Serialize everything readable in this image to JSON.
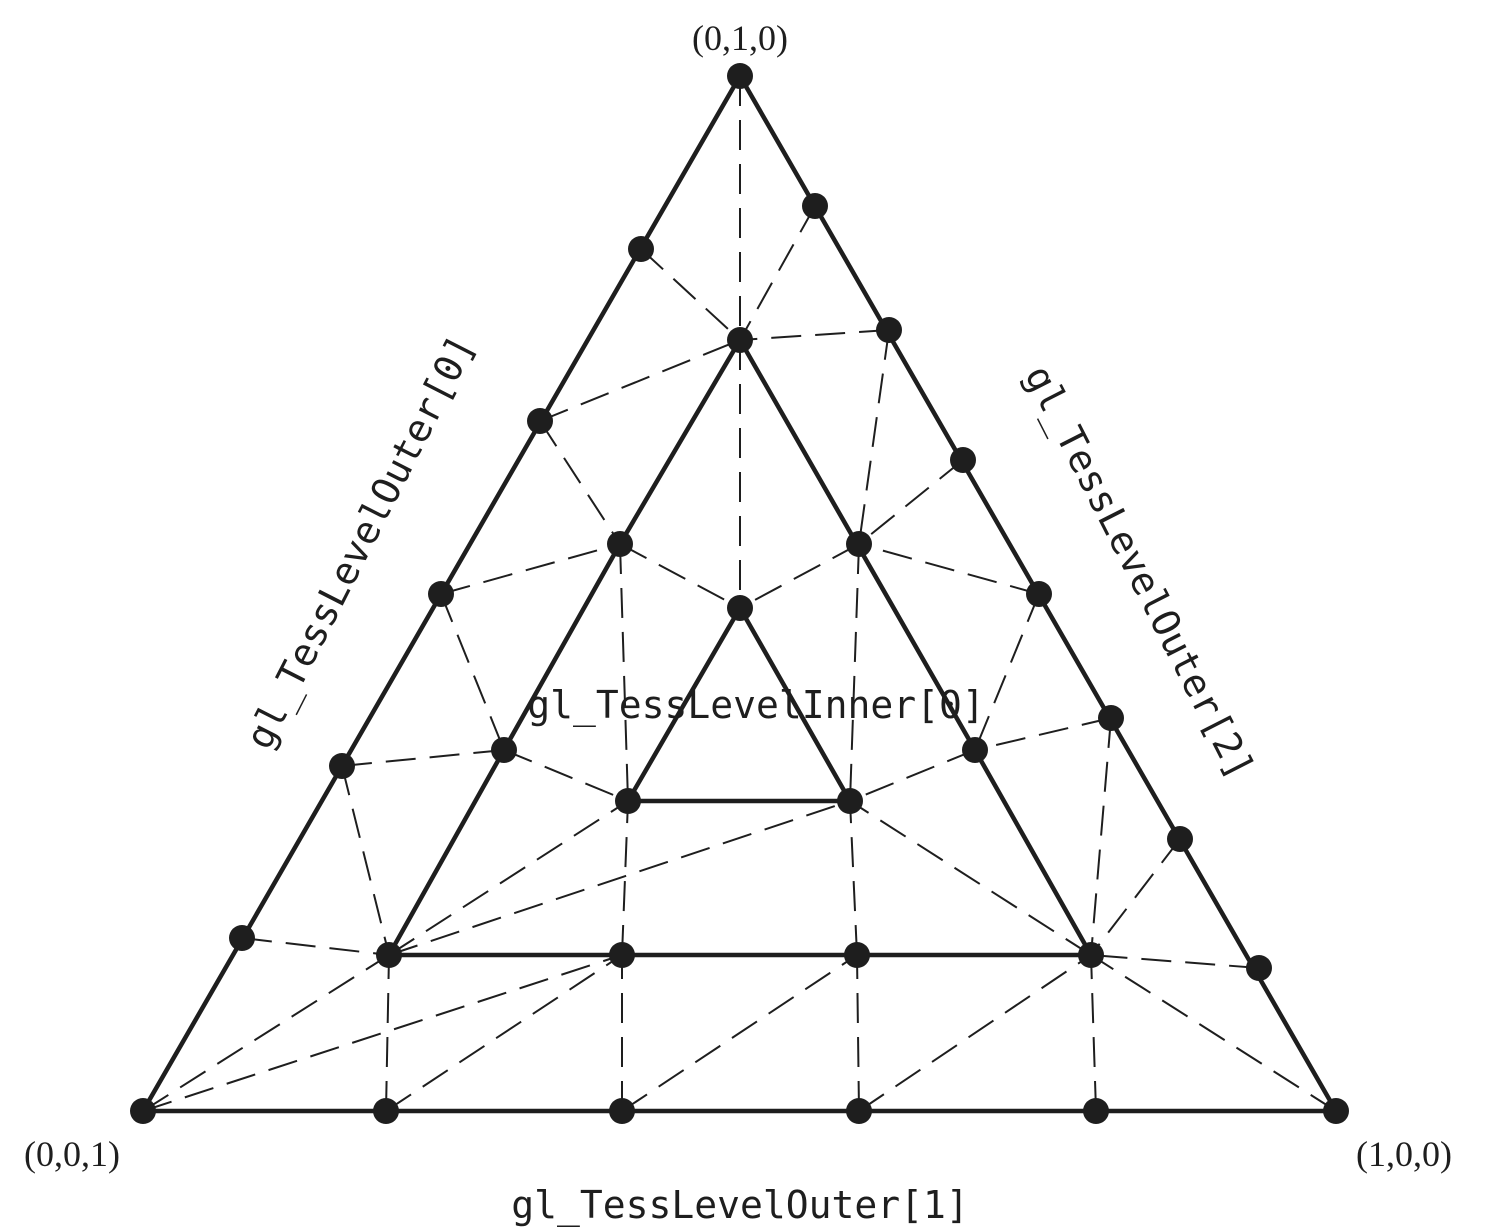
{
  "corners": {
    "top": "(0,1,0)",
    "bottom_left": "(0,0,1)",
    "bottom_right": "(1,0,0)"
  },
  "edge_labels": {
    "left": "gl_TessLevelOuter[0]",
    "bottom": "gl_TessLevelOuter[1]",
    "right": "gl_TessLevelOuter[2]"
  },
  "inner_label": "gl_TessLevelInner[0]",
  "colors": {
    "ink": "#1e1e1e",
    "background": "#ffffff"
  }
}
